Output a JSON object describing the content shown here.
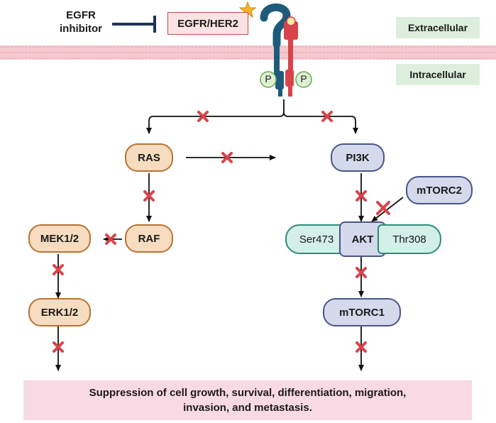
{
  "inhibitor": {
    "line1": "EGFR",
    "line2": "inhibitor"
  },
  "receptor": {
    "label": "EGFR/HER2"
  },
  "compartments": {
    "extracellular": "Extracellular",
    "intracellular": "Intracellular"
  },
  "phospho": {
    "left": "P",
    "right": "P"
  },
  "nodes": {
    "ras": "RAS",
    "raf": "RAF",
    "mek": "MEK1/2",
    "erk": "ERK1/2",
    "pi3k": "PI3K",
    "mtorc2": "mTORC2",
    "ser473": "Ser473",
    "akt": "AKT",
    "thr308": "Thr308",
    "mtorc1": "mTORC1"
  },
  "outcome": {
    "line1": "Suppression of cell growth, survival, differentiation, migration,",
    "line2": "invasion, and metastasis."
  },
  "colors": {
    "membrane": "#f6c8cf",
    "orange_fill": "#f7dcc0",
    "orange_border": "#b87333",
    "blue_fill": "#d4d9ec",
    "blue_border": "#4a5587",
    "teal_fill": "#d3efe8",
    "cross": "#d9434a",
    "outcome_bg": "#f9d9e3",
    "compartment_bg": "#dcefdc"
  },
  "icons": [
    "inhibition-bar-icon",
    "star-icon",
    "receptor-hook-icon",
    "receptor-red-icon",
    "cross-mark-icon",
    "arrow-icon"
  ]
}
